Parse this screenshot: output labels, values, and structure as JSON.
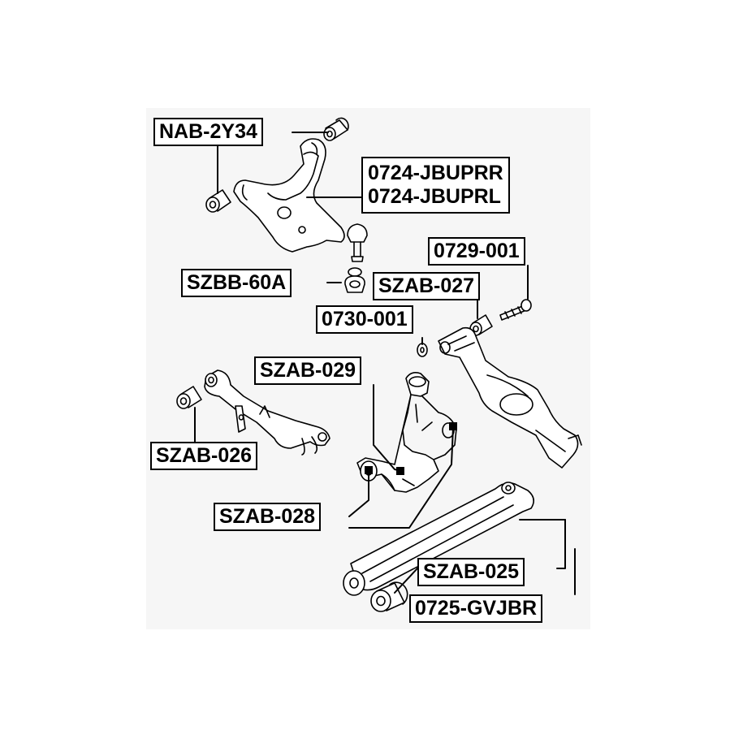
{
  "labels": {
    "nab_2y34": "NAB-2Y34",
    "upper_arm_r": "0724-JBUPRR",
    "upper_arm_l": "0724-JBUPRL",
    "szbb_60a": "SZBB-60A",
    "bolt_0729": "0729-001",
    "szab_027": "SZAB-027",
    "washer_0730": "0730-001",
    "szab_029": "SZAB-029",
    "szab_026": "SZAB-026",
    "szab_028": "SZAB-028",
    "szab_025": "SZAB-025",
    "link_0725": "0725-GVJBR"
  },
  "colors": {
    "background": "#ffffff",
    "panel": "#f6f6f6",
    "ink": "#000000",
    "callout_box": "#ffffff"
  }
}
